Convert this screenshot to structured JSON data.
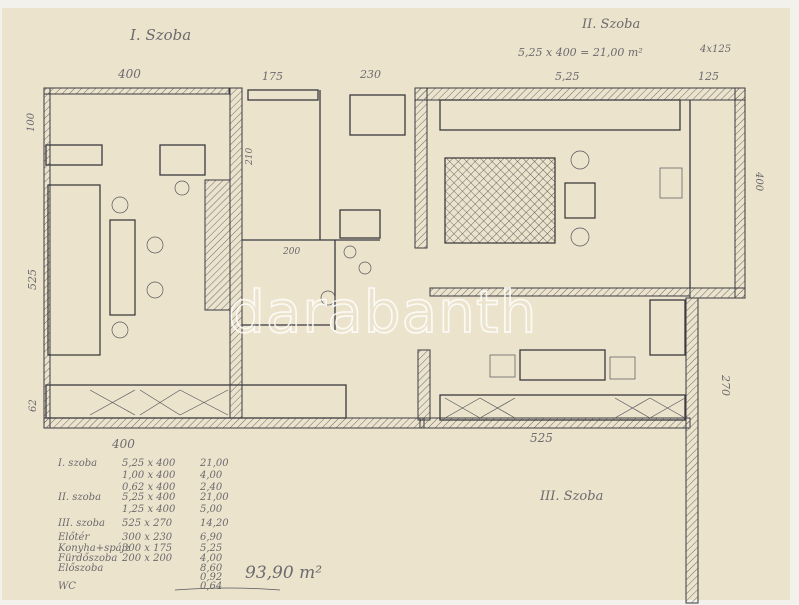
{
  "titles": {
    "room1": "I. Szoba",
    "room2": "II. Szoba",
    "room3": "III. Szoba"
  },
  "room2_calc": {
    "formula": "5,25 x 400 = 21,00 m²",
    "extra": "4x125"
  },
  "dimensions": {
    "top_400": "400",
    "top_175": "175",
    "top_230": "230",
    "top_525": "5,25",
    "top_125": "125",
    "left_100": "100",
    "left_525": "525",
    "left_62": "62",
    "bottom_400": "400",
    "bottom_525": "525",
    "right_270": "270",
    "right_400": "400",
    "inner_210": "210",
    "inner_200": "200"
  },
  "area_table": {
    "rows": [
      {
        "room": "I. szoba",
        "dims": "5,25 x 400",
        "area": "21,00"
      },
      {
        "room": "",
        "dims": "1,00 x 400",
        "area": "4,00"
      },
      {
        "room": "",
        "dims": "0,62 x 400",
        "area": "2,40"
      },
      {
        "room": "II. szoba",
        "dims": "5,25 x 400",
        "area": "21,00"
      },
      {
        "room": "",
        "dims": "1,25 x 400",
        "area": "5,00"
      },
      {
        "room": "III. szoba",
        "dims": "525 x 270",
        "area": "14,20"
      },
      {
        "room": "Előtér",
        "dims": "300 x 230",
        "area": "6,90"
      },
      {
        "room": "Konyha+spájz",
        "dims": "300 x 175",
        "area": "5,25"
      },
      {
        "room": "Fürdőszoba",
        "dims": "200 x 200",
        "area": "4,00"
      },
      {
        "room": "Előszoba",
        "dims": "",
        "area": "8,60"
      },
      {
        "room": "",
        "dims": "",
        "area": "0,92"
      },
      {
        "room": "WC",
        "dims": "",
        "area": "0,64"
      }
    ],
    "total": "93,90 m²"
  },
  "watermark": "darabanth"
}
